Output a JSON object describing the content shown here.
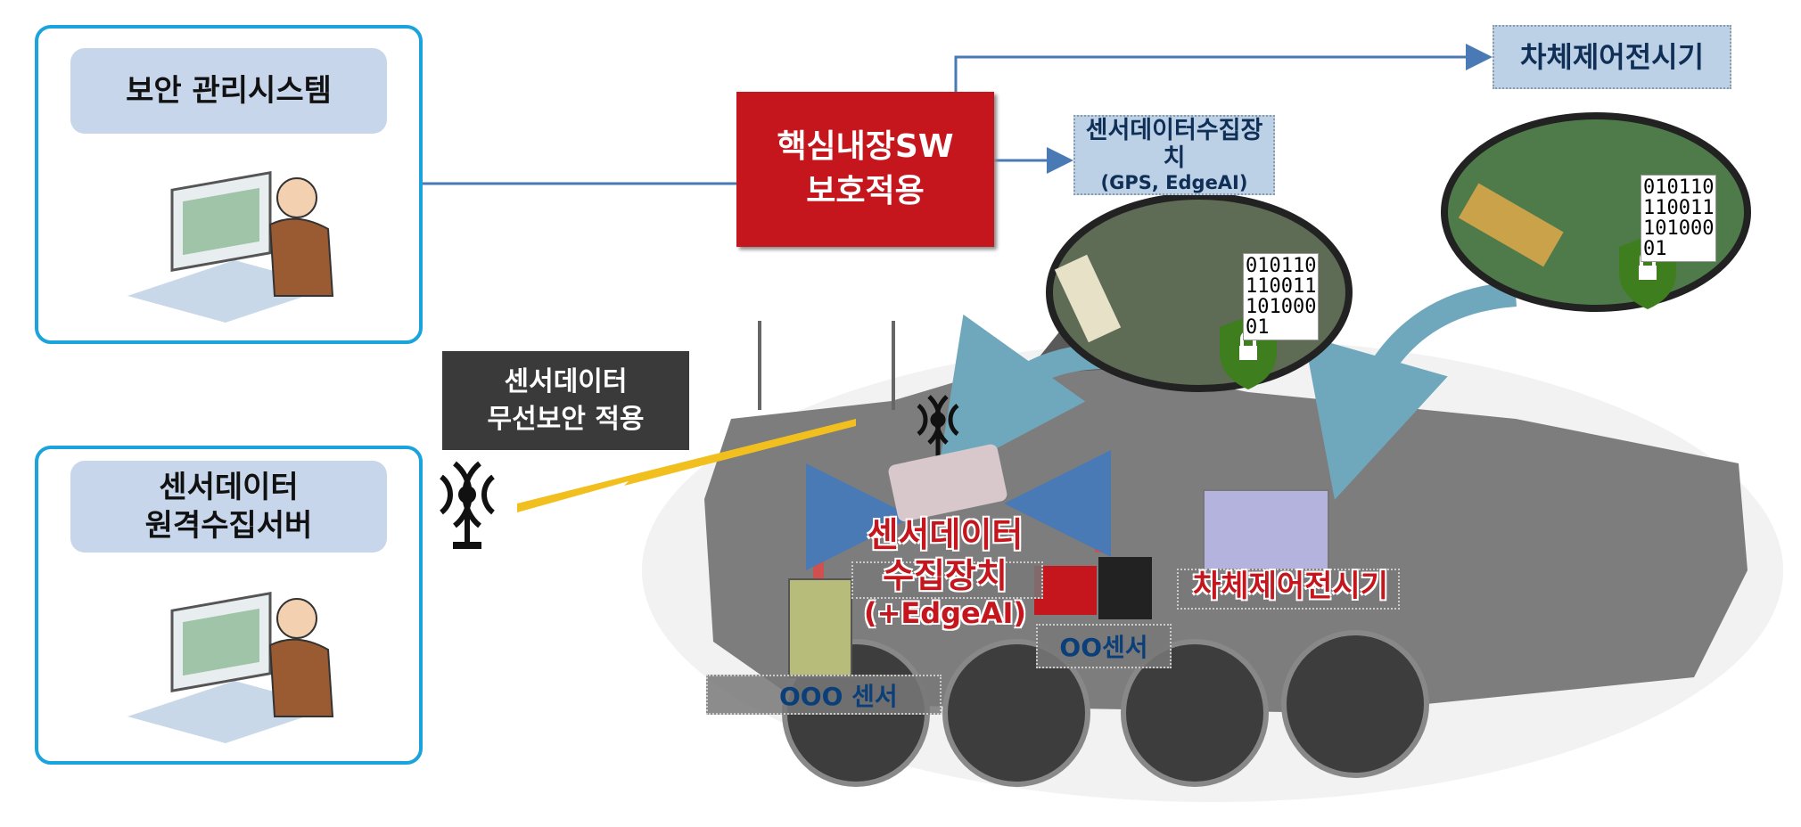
{
  "left_panels": [
    {
      "title": "보안 관리시스템",
      "icon": "operator-at-computer-icon"
    },
    {
      "title": "센서데이터\n원격수집서버",
      "icon": "operator-at-computer-icon"
    }
  ],
  "core_box": {
    "line1": "핵심내장SW",
    "line2": "보호적용",
    "color": "#c4161c"
  },
  "wireless_box": {
    "line1": "센서데이터",
    "line2": "무선보안 적용"
  },
  "top_labels": {
    "sensor_collector": {
      "line1": "센서데이터수집장치",
      "line2": "(GPS, EdgeAI)"
    },
    "body_control": "차체제어전시기"
  },
  "binary_text": [
    "010110",
    "110011",
    "101000",
    "01"
  ],
  "vehicle_labels": {
    "collector": {
      "line1": "센서데이터",
      "line2": "수집장치",
      "line3": "(+EdgeAI)"
    },
    "oo_sensor": "OO센서",
    "ooo_sensor": "OOO 센서",
    "body_control": "차체제어전시기"
  },
  "colors": {
    "panel_border": "#1aa3dc",
    "arrow": "#4a7ab5",
    "curved_arrow": "#6fa8bd",
    "lock": "#3f7e1e",
    "wireless_bolt": "#f2c01e"
  }
}
